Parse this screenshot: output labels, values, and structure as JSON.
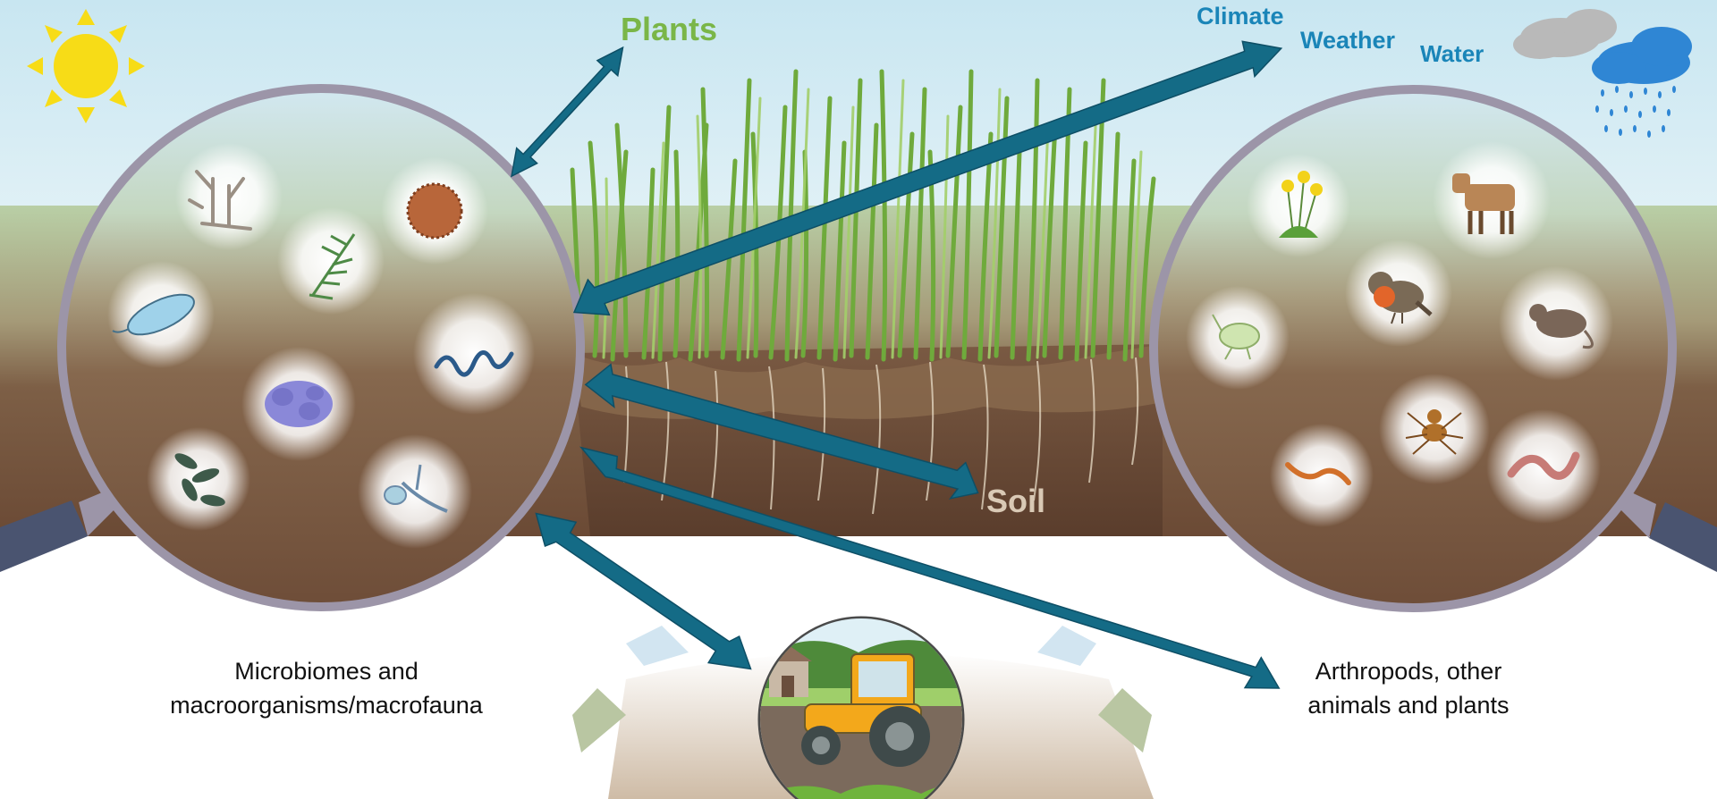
{
  "labels": {
    "plants": "Plants",
    "climate": "Climate",
    "weather": "Weather",
    "water": "Water",
    "soil": "Soil"
  },
  "captions": {
    "left": [
      "Microbiomes and",
      "macroorganisms/macrofauna"
    ],
    "right": [
      "Arthropods, other",
      "animals and plants"
    ]
  },
  "colors": {
    "sky_top": "#c8e6f1",
    "sky_bottom": "#e3f1f6",
    "grass_band": "#b9cfa6",
    "soil_dark": "#6b4a35",
    "arrow": "#146b86",
    "arrow_stroke": "#0e4f66",
    "plants_label": "#7ab648",
    "climate_label": "#1a85b8",
    "soil_label": "#d9c9b5",
    "sun": "#f7dc17",
    "lens_rim": "#9c95a8",
    "handle": "#4a5470",
    "cloud_grey": "#b9b9b9",
    "cloud_blue": "#2f86d4"
  },
  "icons": {
    "left_lens": [
      "fungal-hyphae-icon",
      "pollen-spore-icon",
      "bacterium-icon",
      "actinomycete-icon",
      "nematode-icon",
      "protist-colony-icon",
      "algae-icon",
      "oomycete-icon"
    ],
    "right_lens": [
      "dandelion-icon",
      "cow-icon",
      "robin-icon",
      "aphid-icon",
      "mouse-icon",
      "centipede-icon",
      "spider-icon",
      "earthworm-icon"
    ]
  }
}
